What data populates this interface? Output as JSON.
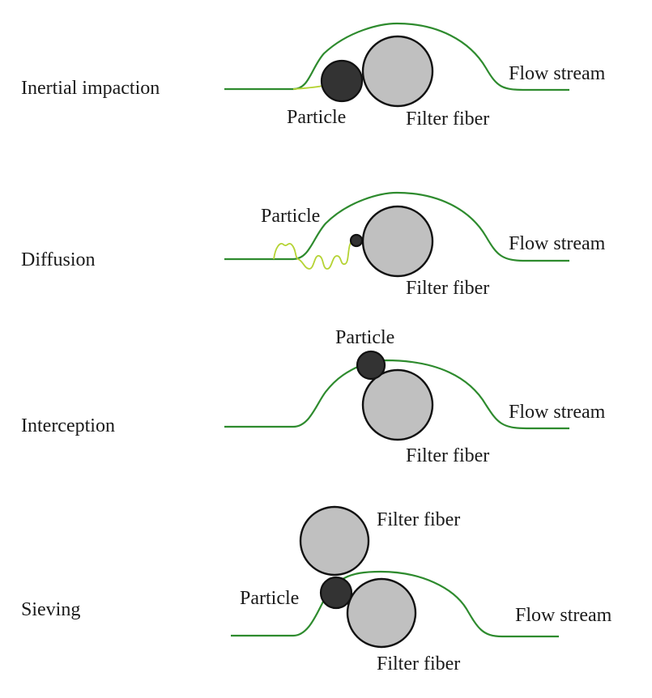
{
  "figure": {
    "colors": {
      "flow_stream": "#2e8b2e",
      "diffusion_path": "#b5d334",
      "filter_fiber": "#c0c0c0",
      "particle": "#333333",
      "outline": "#111111"
    },
    "panels": [
      {
        "mechanism": "Inertial impaction",
        "particle_label": "Particle",
        "fiber_label": "Filter fiber",
        "flow_label": "Flow stream"
      },
      {
        "mechanism": "Diffusion",
        "particle_label": "Particle",
        "fiber_label": "Filter fiber",
        "flow_label": "Flow stream"
      },
      {
        "mechanism": "Interception",
        "particle_label": "Particle",
        "fiber_label": "Filter fiber",
        "flow_label": "Flow stream"
      },
      {
        "mechanism": "Sieving",
        "particle_label": "Particle",
        "fiber_top_label": "Filter fiber",
        "fiber_bottom_label": "Filter fiber",
        "flow_label": "Flow stream"
      }
    ]
  }
}
